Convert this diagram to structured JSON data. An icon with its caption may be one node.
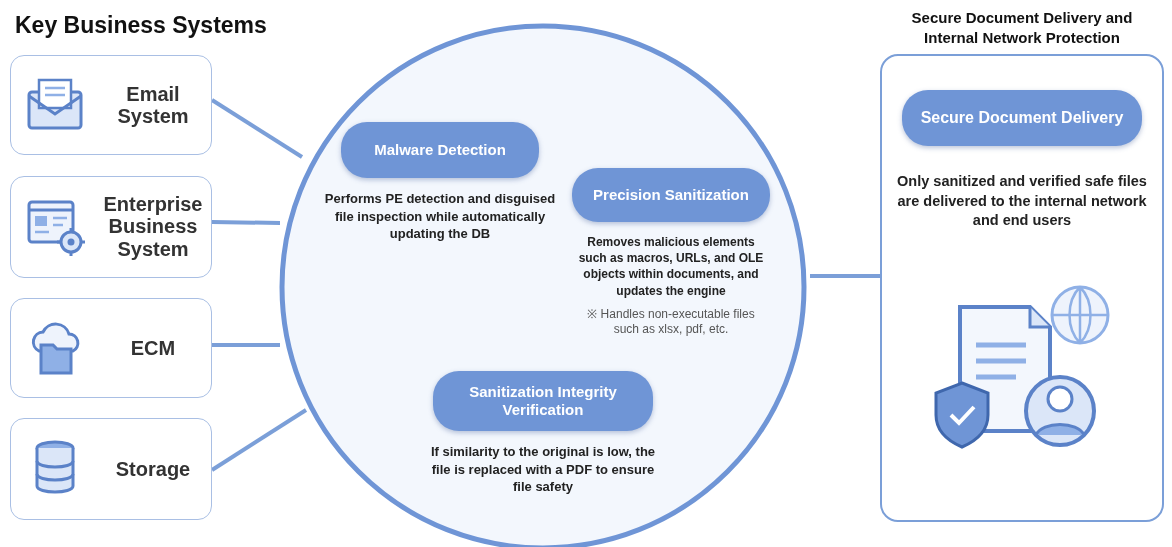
{
  "diagram": {
    "title": "Key Business Systems",
    "nodes": [
      {
        "text": [
          "Email System"
        ]
      },
      {
        "text": [
          "Enterprise Business System"
        ]
      },
      {
        "text": [
          "ECM"
        ]
      },
      {
        "text": [
          "Storage"
        ]
      },
      {
        "text": [],
        "shape": "circle"
      },
      {
        "text": [
          "Malware Detection"
        ],
        "in": 4,
        "beside": [
          "Performs PE detection and disguised file inspection while automatically updating the DB"
        ]
      },
      {
        "text": [
          "Precision Sanitization"
        ],
        "in": 4,
        "beside": [
          "Removes malicious elements such as macros, URLs, and OLE objects within documents, and updates the engine",
          "※ Handles non-executable files such as xlsx, pdf, etc."
        ]
      },
      {
        "text": [
          "Sanitization Integrity Verification"
        ],
        "in": 4,
        "beside": [
          "If similarity to the original is low, the file is replaced with a PDF to ensure file safety"
        ]
      },
      {
        "text": [
          "Secure Document Delivery and Internal Network Protection"
        ]
      },
      {
        "text": [
          "Secure Document Delivery"
        ],
        "in": 8,
        "beside": [
          "Only sanitized and verified safe files are delivered to the internal network and end users"
        ]
      }
    ],
    "edges": [
      {
        "from": 0,
        "to": 4,
        "arrow": "none"
      },
      {
        "from": 1,
        "to": 4,
        "arrow": "none"
      },
      {
        "from": 2,
        "to": 4,
        "arrow": "none"
      },
      {
        "from": 3,
        "to": 4,
        "arrow": "none"
      },
      {
        "from": 4,
        "to": 8,
        "arrow": "none"
      }
    ]
  }
}
